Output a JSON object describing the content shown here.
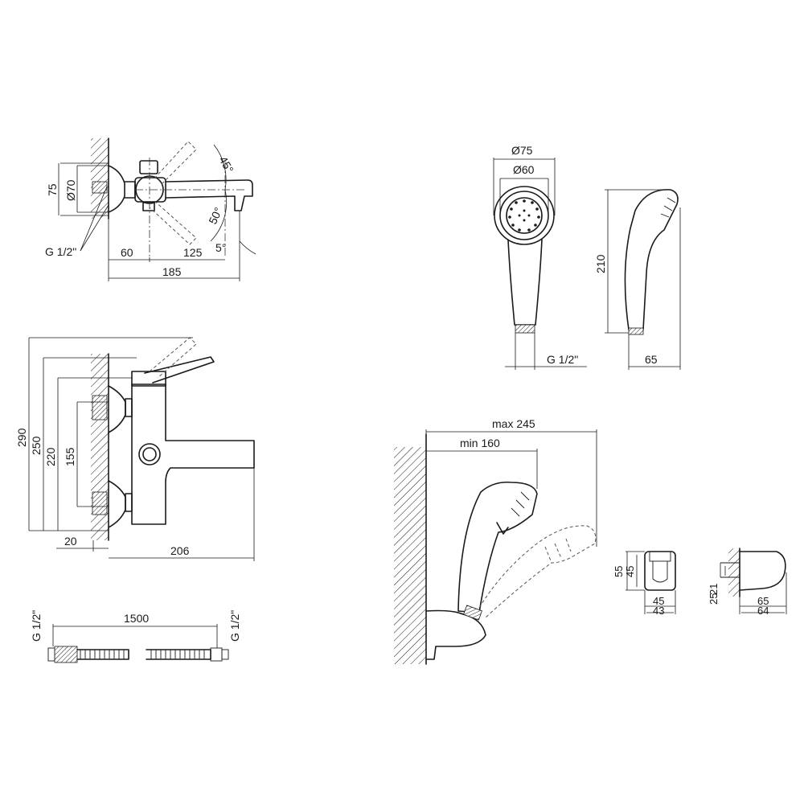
{
  "top_view": {
    "dim_75": "75",
    "dim_d70": "Ø70",
    "dim_thread": "G 1/2\"",
    "dim_60": "60",
    "dim_125": "125",
    "dim_185": "185",
    "angle_45": "45°",
    "angle_50": "50°",
    "angle_5": "5°"
  },
  "front_view": {
    "dim_290": "290",
    "dim_250": "250",
    "dim_220": "220",
    "dim_155": "155",
    "dim_20": "20",
    "dim_206": "206"
  },
  "hose": {
    "dim_1500": "1500",
    "thread_left": "G 1/2\"",
    "thread_right": "G 1/2\""
  },
  "hand_shower": {
    "dim_d75": "Ø75",
    "dim_d60": "Ø60",
    "dim_210": "210",
    "thread": "G 1/2\"",
    "dim_65": "65"
  },
  "holder_view": {
    "dim_max": "max 245",
    "dim_min": "min 160"
  },
  "bracket_front": {
    "dim_55": "55",
    "dim_45h": "45",
    "dim_45w": "45",
    "dim_43": "43"
  },
  "bracket_side": {
    "dim_25": "25",
    "dim_21": "21",
    "dim_65": "65",
    "dim_64": "64"
  }
}
